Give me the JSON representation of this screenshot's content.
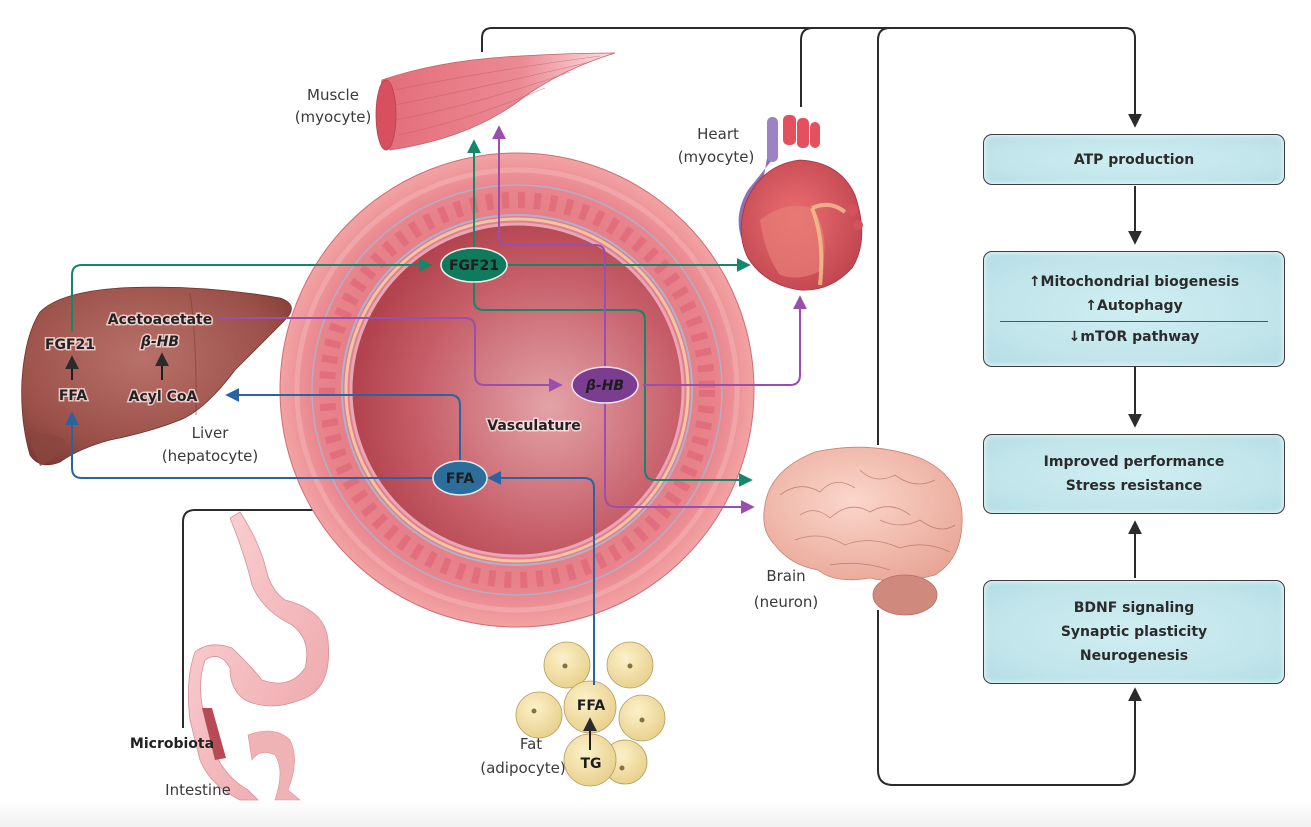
{
  "figure": {
    "organs": {
      "muscle": {
        "name": "Muscle",
        "cell": "(myocyte)"
      },
      "heart": {
        "name": "Heart",
        "cell": "(myocyte)"
      },
      "liver": {
        "name": "Liver",
        "cell": "(hepatocyte)"
      },
      "brain": {
        "name": "Brain",
        "cell": "(neuron)"
      },
      "fat": {
        "name": "Fat",
        "cell": "(adipocyte)"
      },
      "intestine": {
        "name": "Intestine",
        "microbiota": "Microbiota"
      },
      "vasculature": {
        "name": "Vasculature"
      }
    },
    "liver_metabolites": {
      "fgf21": "FGF21",
      "ffa": "FFA",
      "acetoacetate": "Acetoacetate",
      "bhb": "β-HB",
      "acyl_coa": "Acyl CoA"
    },
    "fat_metabolites": {
      "ffa": "FFA",
      "tg": "TG"
    },
    "circulating": {
      "fgf21": {
        "label": "FGF21",
        "color": "#0f7a5c"
      },
      "bhb": {
        "label": "β-HB",
        "color": "#7b3d8f"
      },
      "ffa": {
        "label": "FFA",
        "color": "#2c6d9c"
      }
    },
    "pathway_colors": {
      "fgf21": "#14876a",
      "bhb": "#9a4fae",
      "ffa": "#2a63a1",
      "general": "#2b2b2b"
    },
    "outcome_boxes": [
      {
        "lines": [
          "ATP production"
        ]
      },
      {
        "lines": [
          "↑Mitochondrial biogenesis",
          "↑Autophagy"
        ],
        "below_divider": [
          "↓mTOR pathway"
        ]
      },
      {
        "lines": [
          "Improved performance",
          "Stress resistance"
        ]
      },
      {
        "lines": [
          "BDNF signaling",
          "Synaptic plasticity",
          "Neurogenesis"
        ]
      }
    ]
  }
}
